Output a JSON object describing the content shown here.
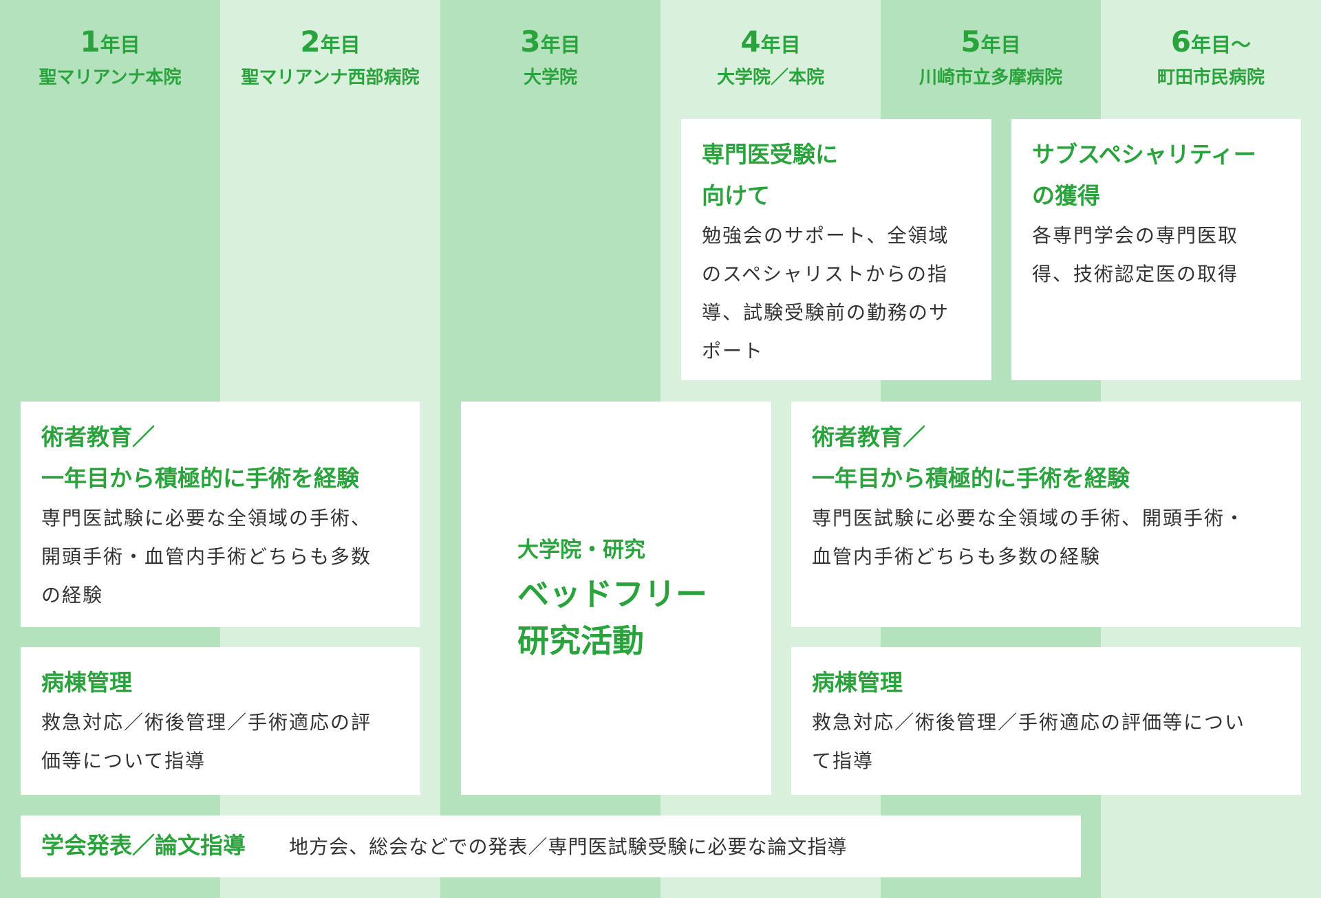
{
  "columns": [
    {
      "num": "1",
      "suffix": "年目",
      "location": "聖マリアンナ本院"
    },
    {
      "num": "2",
      "suffix": "年目",
      "location": "聖マリアンナ西部病院"
    },
    {
      "num": "3",
      "suffix": "年目",
      "location": "大学院"
    },
    {
      "num": "4",
      "suffix": "年目",
      "location": "大学院／本院"
    },
    {
      "num": "5",
      "suffix": "年目",
      "location": "川崎市立多摩病院"
    },
    {
      "num": "6",
      "suffix": "年目～",
      "location": "町田市民病院"
    }
  ],
  "cards": {
    "specialist_exam": {
      "heading": "専門医受験に\n向けて",
      "body": "勉強会のサポート、全領域\nのスペシャリストからの指\n導、試験受験前の勤務のサ\nポート"
    },
    "subspecialty": {
      "heading": "サブスペシャリティー\nの獲得",
      "body": "各専門学会の専門医取\n得、技術認定医の取得"
    },
    "surgery_left": {
      "heading": "術者教育／\n一年目から積極的に手術を経験",
      "body": "専門医試験に必要な全領域の手術、\n開頭手術・血管内手術どちらも多数\nの経験"
    },
    "surgery_right": {
      "heading": "術者教育／\n一年目から積極的に手術を経験",
      "body": "専門医試験に必要な全領域の手術、開頭手術・\n血管内手術どちらも多数の経験"
    },
    "research": {
      "small": "大学院・研究",
      "big": "ベッドフリー\n研究活動"
    },
    "ward_left": {
      "heading": "病棟管理",
      "body": "救急対応／術後管理／手術適応の評\n価等について指導"
    },
    "ward_right": {
      "heading": "病棟管理",
      "body": "救急対応／術後管理／手術適応の評価等につい\nて指導"
    },
    "conference": {
      "heading": "学会発表／論文指導",
      "body": "地方会、総会などでの発表／専門医試験受験に必要な論文指導"
    }
  },
  "colors": {
    "dark_column": "#b3e2bd",
    "light_column": "#d9f0dd",
    "accent_green": "#2aa33d",
    "body_text": "#333333"
  }
}
